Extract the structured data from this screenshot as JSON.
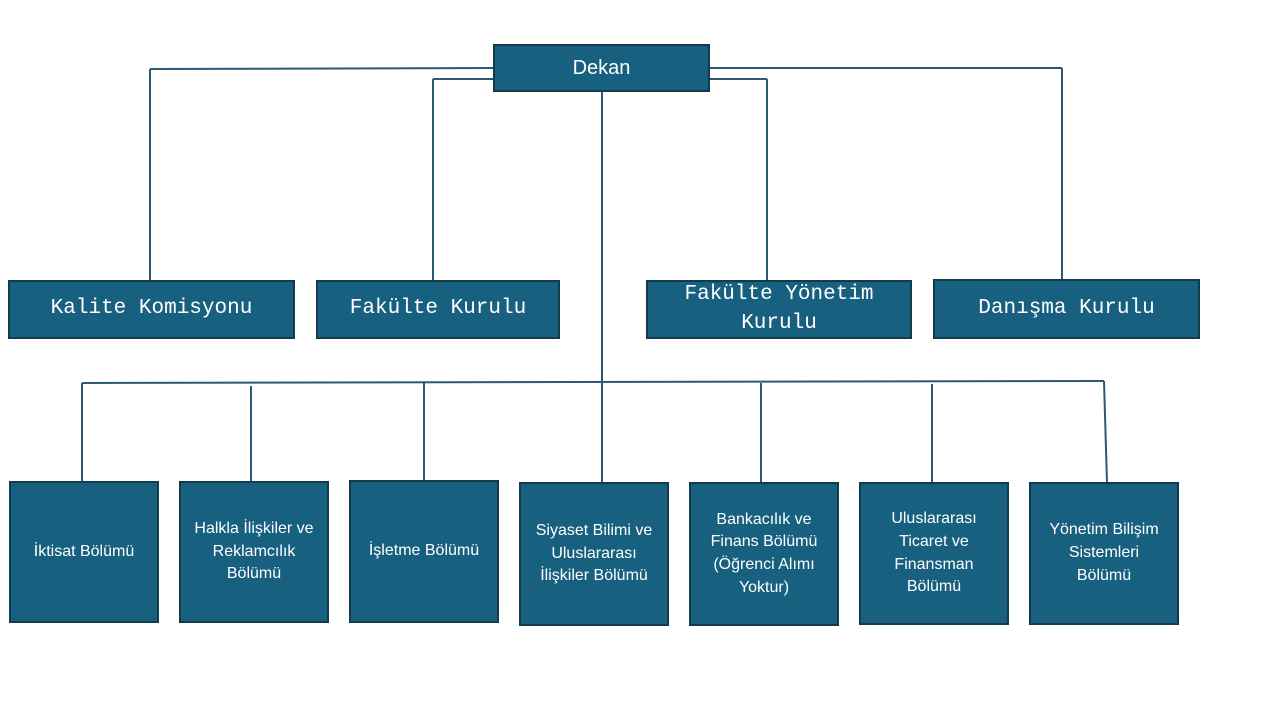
{
  "chart": {
    "root": "Dekan",
    "boards": [
      "Kalite Komisyonu",
      "Fakülte Kurulu",
      "Fakülte Yönetim Kurulu",
      "Danışma Kurulu"
    ],
    "departments": [
      "İktisat Bölümü",
      "Halkla İlişkiler ve Reklamcılık Bölümü",
      "İşletme Bölümü",
      "Siyaset Bilimi ve Uluslararası İlişkiler Bölümü",
      "Bankacılık ve Finans Bölümü (Öğrenci Alımı Yoktur)",
      "Uluslararası Ticaret ve Finansman Bölümü",
      "Yönetim Bilişim Sistemleri Bölümü"
    ]
  },
  "colors": {
    "box_fill": "#17607f",
    "box_border": "#143a4e",
    "connector": "#2a5a78",
    "text": "#ffffff"
  }
}
